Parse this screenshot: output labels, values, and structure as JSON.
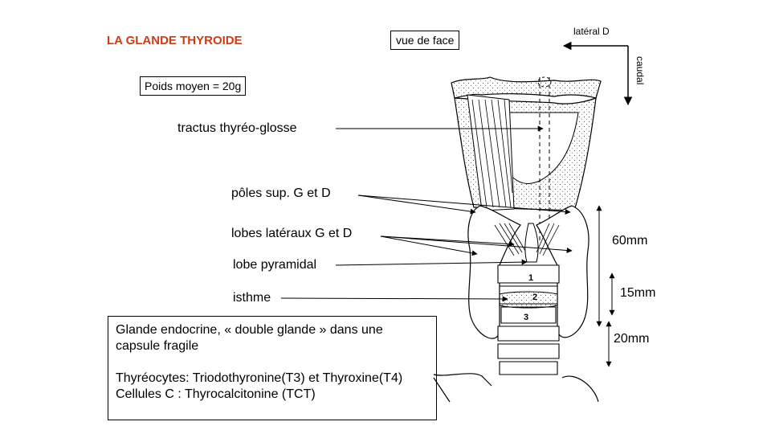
{
  "title": "LA GLANDE THYROIDE",
  "view_label": "vue de face",
  "weight_label": "Poids moyen = 20g",
  "orientation": {
    "lateral": "latéral D",
    "caudal": "caudal"
  },
  "labels": {
    "tractus": "tractus thyréo-glosse",
    "poles": "pôles sup. G et D",
    "lobes": "lobes latéraux G et D",
    "pyramidal": "lobe pyramidal",
    "isthme": "isthme"
  },
  "measurements": {
    "height": "60mm",
    "isthmus": "15mm",
    "lower": "20mm"
  },
  "rings": [
    "1",
    "2",
    "3"
  ],
  "info": {
    "line1": "Glande endocrine, « double glande » dans une capsule fragile",
    "line2": "Thyréocytes: Triodothyronine(T3) et Thyroxine(T4)",
    "line3": "Cellules C : Thyrocalcitonine (TCT)"
  }
}
